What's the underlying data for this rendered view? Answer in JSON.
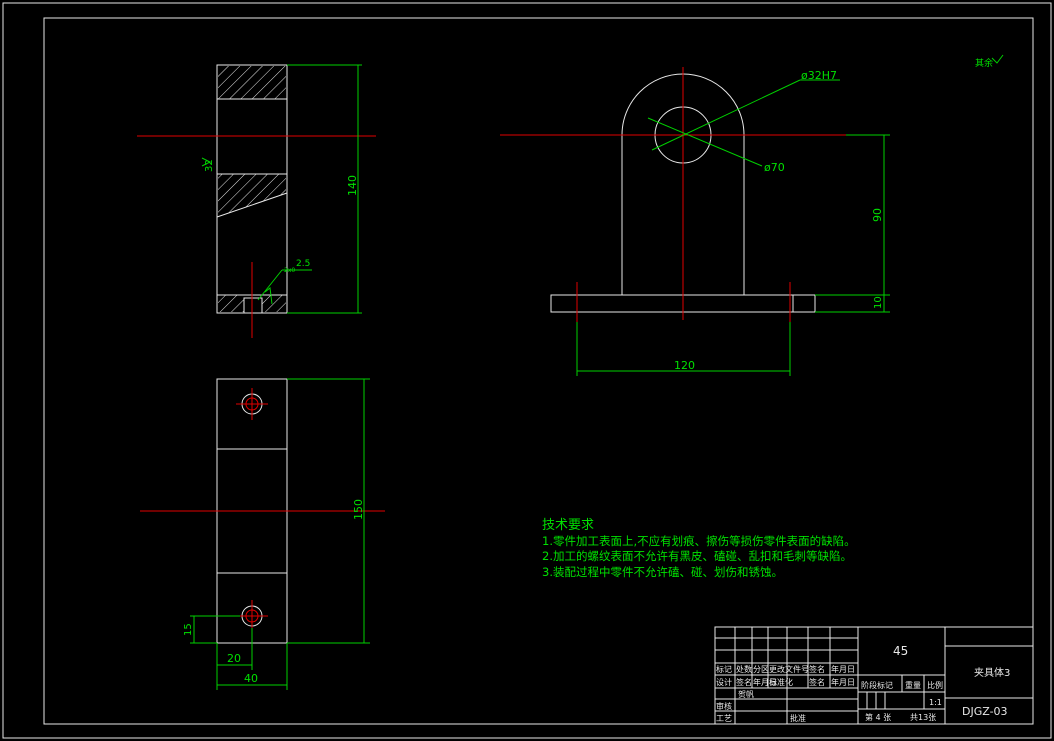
{
  "dimensions": {
    "side_height": "140",
    "flange_dim": "32",
    "thread_callout": "2.5",
    "thread_callout_small": "2x0",
    "bore_dia": "ø32H7",
    "boss_dia": "ø70",
    "height_90": "90",
    "base_thick": "10",
    "base_width": "120",
    "plan_length": "150",
    "hole_offset_y": "15",
    "hole_offset_x": "20",
    "plan_width": "40"
  },
  "roughness_note": "其余",
  "tech_req": {
    "title": "技术要求",
    "items": [
      "1.零件加工表面上,不应有划痕、擦伤等损伤零件表面的缺陷。",
      "2.加工的螺纹表面不允许有黑皮、磕碰、乱扣和毛刺等缺陷。",
      "3.装配过程中零件不允许磕、碰、划伤和锈蚀。"
    ]
  },
  "title_block": {
    "material": "45",
    "part_name": "夹具体3",
    "drawing_no": "DJGZ-03",
    "row_revision": [
      "标记",
      "处数",
      "分区",
      "更改文件号",
      "签名",
      "年月日"
    ],
    "row_design": [
      "设计",
      "签名",
      "年月日",
      "标准化",
      "签名",
      "年月日"
    ],
    "author": "贺帆",
    "stage_label": "阶段标记",
    "weight_label": "重量",
    "scale_label": "比例",
    "scale": "1:1",
    "check_label": "审核",
    "process_label": "工艺",
    "approve_label": "批准",
    "sheet_label": "第 4 张",
    "total_label": "共13张"
  }
}
